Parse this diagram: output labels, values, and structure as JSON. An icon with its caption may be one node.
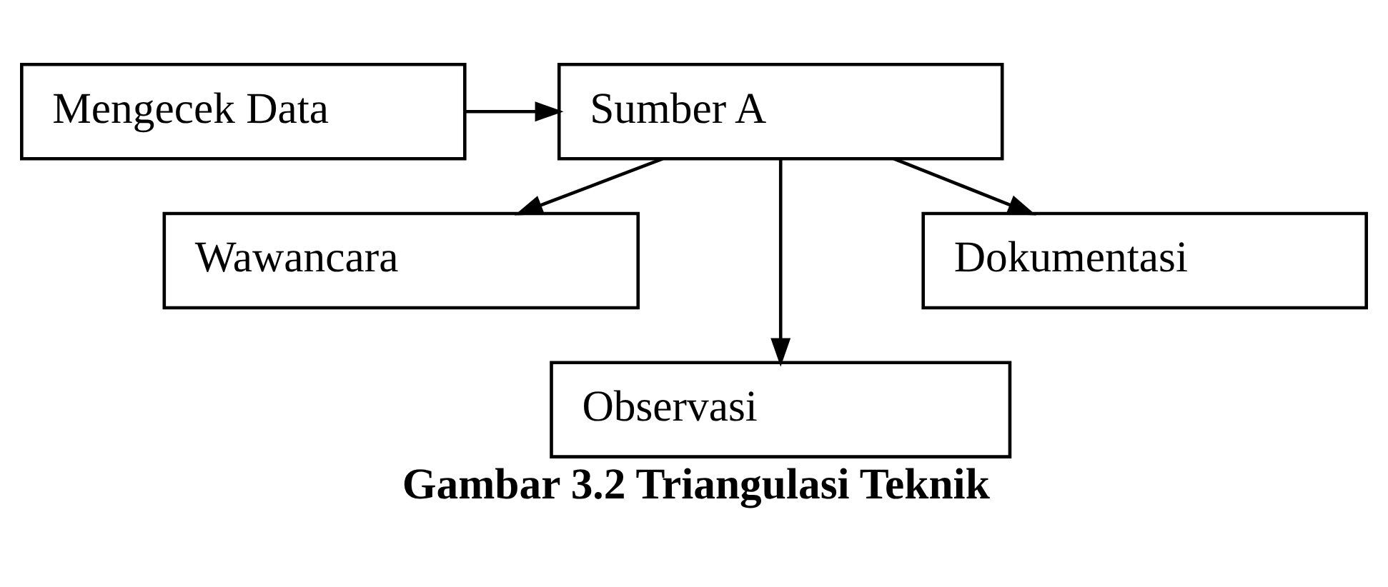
{
  "diagram": {
    "caption": "Gambar 3.2 Triangulasi Teknik",
    "nodes": [
      {
        "text": [
          "Mengecek Data"
        ]
      },
      {
        "text": [
          "Sumber A"
        ]
      },
      {
        "text": [
          "Wawancara"
        ]
      },
      {
        "text": [
          "Dokumentasi"
        ]
      },
      {
        "text": [
          "Observasi"
        ]
      }
    ],
    "edges": [
      {
        "from": 0,
        "to": 1,
        "arrow": "to"
      },
      {
        "from": 1,
        "to": 2,
        "arrow": "to"
      },
      {
        "from": 1,
        "to": 4,
        "arrow": "to"
      },
      {
        "from": 1,
        "to": 3,
        "arrow": "to"
      }
    ]
  }
}
